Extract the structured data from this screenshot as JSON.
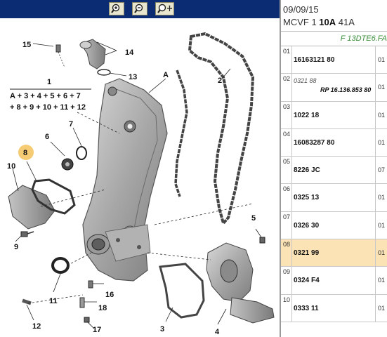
{
  "toolbar": {
    "zoom_in_icon": "magnifier-plus-icon",
    "zoom_out_icon": "magnifier-minus-icon",
    "pan_icon": "magnifier-move-icon"
  },
  "diagram": {
    "callouts": {
      "n1": "1",
      "n2": "2",
      "n3": "3",
      "n4": "4",
      "n5": "5",
      "n6": "6",
      "n7": "7",
      "n8": "8",
      "n9": "9",
      "n10": "10",
      "n11": "11",
      "n12": "12",
      "n13": "13",
      "n14": "14",
      "n15": "15",
      "n16": "16",
      "n17": "17",
      "n18": "18",
      "nA": "A"
    },
    "formula_line1": "A + 3 + 4 + 5 + 6 + 7",
    "formula_line2": "+ 8 + 9 + 10 + 11 + 12",
    "highlight_color": "#f3c25b"
  },
  "panel": {
    "date": "09/09/15",
    "model_prefix": "MCVF 1 ",
    "model_bold": "10A",
    "model_suffix": " 41A",
    "engine": "F 13DTE6.FA",
    "rows": [
      {
        "idx": "01",
        "ref": "16163121 80",
        "qty": "01"
      },
      {
        "idx": "02",
        "ref": "0321 88",
        "ref2": "RP 16.136.853 80",
        "qty": "01"
      },
      {
        "idx": "03",
        "ref": "1022 18",
        "qty": "01"
      },
      {
        "idx": "04",
        "ref": "16083287 80",
        "qty": "01"
      },
      {
        "idx": "05",
        "ref": "8226 JC",
        "qty": "07"
      },
      {
        "idx": "06",
        "ref": "0325 13",
        "qty": "01"
      },
      {
        "idx": "07",
        "ref": "0326 30",
        "qty": "01"
      },
      {
        "idx": "08",
        "ref": "0321 99",
        "qty": "01"
      },
      {
        "idx": "09",
        "ref": "0324 F4",
        "qty": "01"
      },
      {
        "idx": "10",
        "ref": "0333 11",
        "qty": "01"
      }
    ],
    "selected_index": 7,
    "selected_color": "#fce3b6"
  }
}
